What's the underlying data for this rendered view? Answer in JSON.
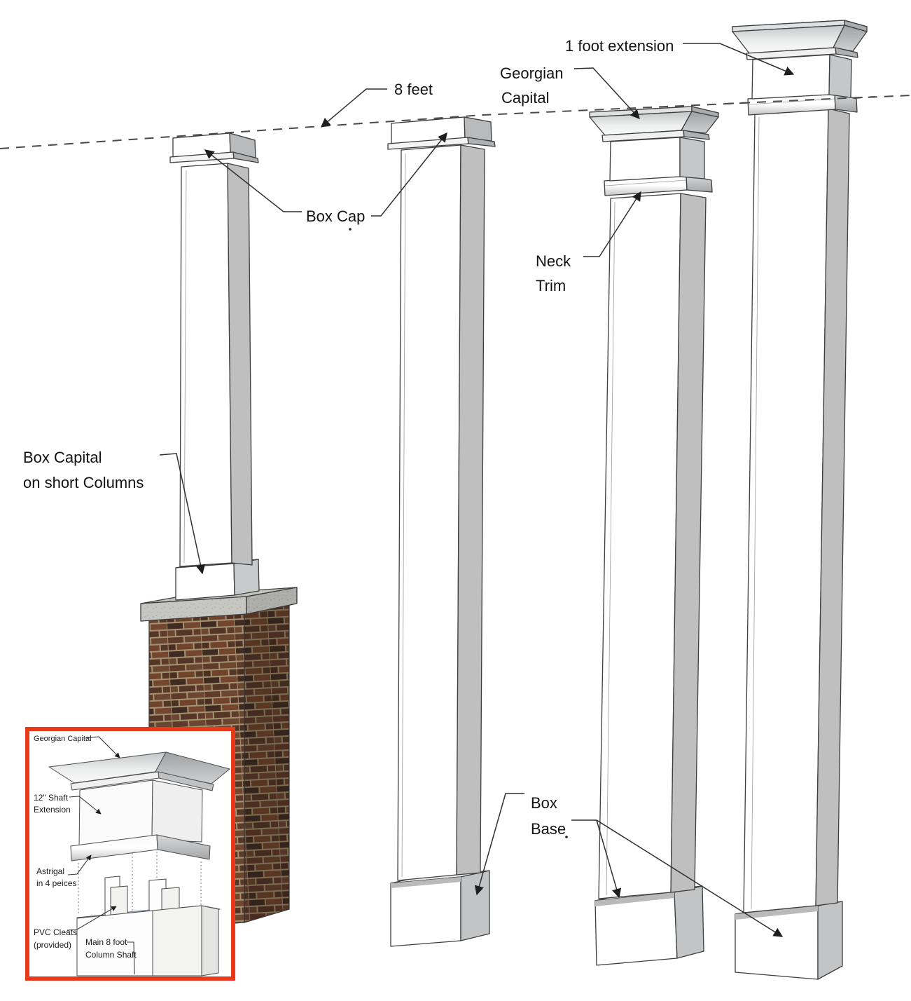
{
  "figure_type": "column-parts-diagram",
  "labels": {
    "eight_feet": "8 feet",
    "one_foot_extension": "1 foot extension",
    "georgian_capital_line1": "Georgian",
    "georgian_capital_line2": "Capital",
    "box_cap": "Box Cap",
    "neck_trim_line1": "Neck",
    "neck_trim_line2": "Trim",
    "box_capital_line1": "Box Capital",
    "box_capital_line2": "on short Columns",
    "box_base_line1": "Box",
    "box_base_line2": "Base"
  },
  "inset": {
    "georgian_capital": "Georgian  Capital",
    "shaft_extension_line1": "12\" Shaft",
    "shaft_extension_line2": "Extension",
    "astragal_line1": "Astrigal",
    "astragal_line2": "in 4 peices",
    "pvc_cleats_line1": "PVC Cleats",
    "pvc_cleats_line2": "(provided)",
    "main_shaft_line1": "Main 8 foot",
    "main_shaft_line2": "Column Shaft"
  },
  "colors": {
    "inset_border": "#e8391b",
    "leader": "#2f2f2f",
    "outline": "#3d3d3d",
    "dashed_line": "#4a4a4a",
    "shaft_front": "#ffffff",
    "shaft_side": "#bfbfbf",
    "capital_side": "#b2b4b6",
    "concrete": "#c6c7c2",
    "brick_mortar": "#a3926f",
    "pvc_cleat_blue": "#a9b5d2"
  }
}
